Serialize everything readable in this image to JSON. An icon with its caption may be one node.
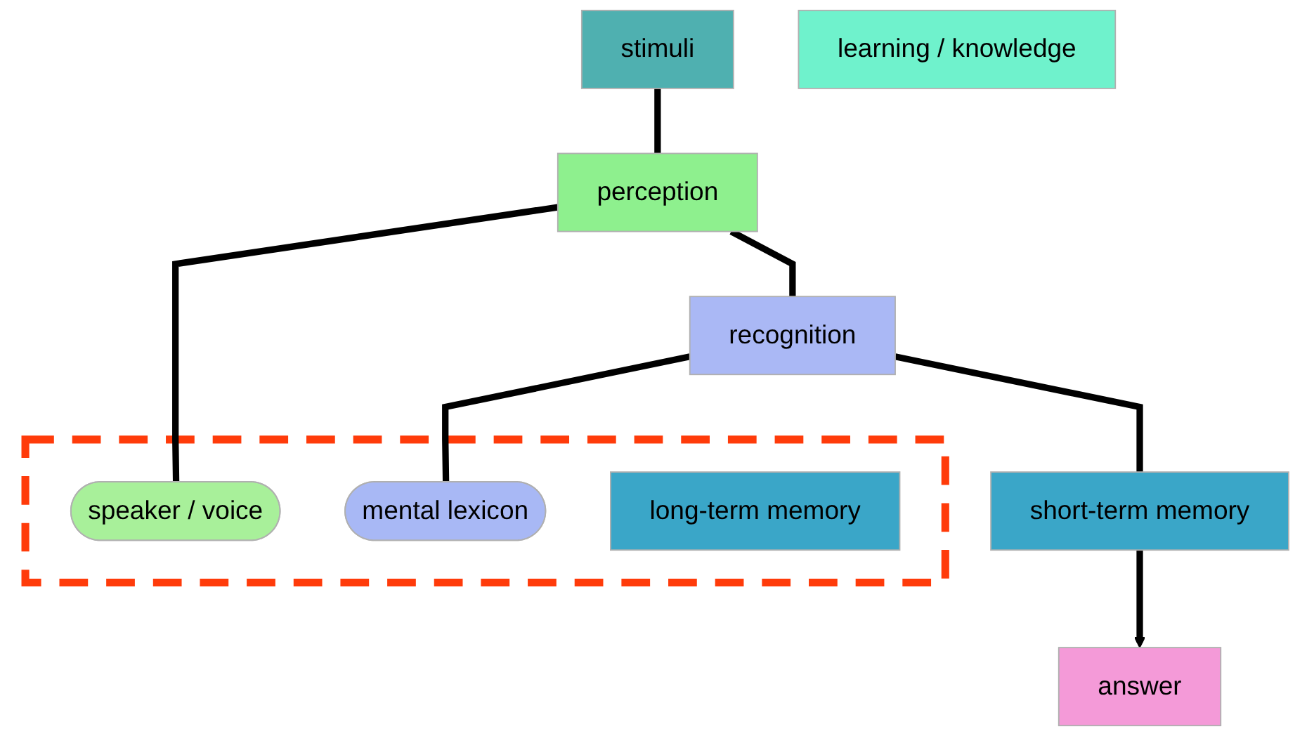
{
  "diagram": {
    "nodes": [
      {
        "text": [
          "stimuli"
        ]
      },
      {
        "text": [
          "learning / knowledge"
        ]
      },
      {
        "text": [
          "perception"
        ]
      },
      {
        "text": [],
        "shape": "box"
      },
      {
        "text": [
          "speaker / voice"
        ],
        "in": 3
      },
      {
        "text": [
          "recognition"
        ]
      },
      {
        "text": [
          "mental lexicon"
        ],
        "in": 3
      },
      {
        "text": [
          "short-term memory"
        ]
      },
      {
        "text": [
          "long-term memory"
        ],
        "in": 3
      },
      {
        "text": [
          "answer"
        ]
      }
    ],
    "edges": [
      {
        "from": 0,
        "to": 2,
        "arrow": "none"
      },
      {
        "from": 2,
        "to": 5,
        "arrow": "none"
      },
      {
        "from": 5,
        "to": 7,
        "arrow": "none"
      },
      {
        "from": 7,
        "to": 9,
        "arrow": "to"
      },
      {
        "from": 2,
        "to": 4,
        "arrow": "none"
      },
      {
        "from": 5,
        "to": 6,
        "arrow": "none"
      }
    ]
  }
}
